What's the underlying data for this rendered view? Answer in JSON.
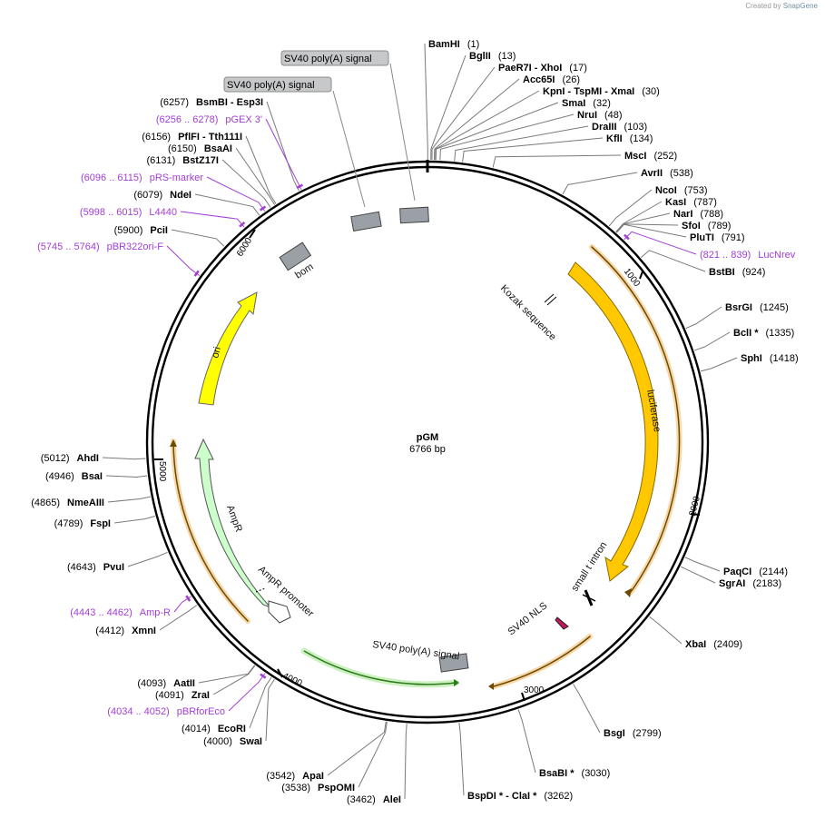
{
  "credit": {
    "prefix": "Created by",
    "brand": "SnapGene"
  },
  "plasmid": {
    "name": "pGM",
    "length_label": "6766 bp",
    "length": 6766
  },
  "ticks": [
    "1000",
    "2000",
    "3000",
    "4000",
    "5000",
    "6000"
  ],
  "enzymes": [
    {
      "name": "BamHI",
      "pos": "(1)"
    },
    {
      "name": "BglII",
      "pos": "(13)"
    },
    {
      "name": "PaeR7I  - XhoI",
      "pos": "(17)"
    },
    {
      "name": "Acc65I",
      "pos": "(26)"
    },
    {
      "name": "KpnI  - TspMI  - XmaI",
      "pos": "(30)"
    },
    {
      "name": "SmaI",
      "pos": "(32)"
    },
    {
      "name": "NruI",
      "pos": "(48)"
    },
    {
      "name": "DraIII",
      "pos": "(103)"
    },
    {
      "name": "KflI",
      "pos": "(134)"
    },
    {
      "name": "MscI",
      "pos": "(252)"
    },
    {
      "name": "AvrII",
      "pos": "(538)"
    },
    {
      "name": "NcoI",
      "pos": "(753)"
    },
    {
      "name": "KasI",
      "pos": "(787)"
    },
    {
      "name": "NarI",
      "pos": "(788)"
    },
    {
      "name": "SfoI",
      "pos": "(789)"
    },
    {
      "name": "PluTI",
      "pos": "(791)"
    },
    {
      "name": "BstBI",
      "pos": "(924)"
    },
    {
      "name": "BsrGI",
      "pos": "(1245)"
    },
    {
      "name": "BclI *",
      "pos": "(1335)"
    },
    {
      "name": "SphI",
      "pos": "(1418)"
    },
    {
      "name": "PaqCI",
      "pos": "(2144)"
    },
    {
      "name": "SgrAI",
      "pos": "(2183)"
    },
    {
      "name": "XbaI",
      "pos": "(2409)"
    },
    {
      "name": "BsgI",
      "pos": "(2799)"
    },
    {
      "name": "BsaBI *",
      "pos": "(3030)"
    },
    {
      "name": "BspDI *  - ClaI *",
      "pos": "(3262)"
    },
    {
      "name": "AleI",
      "pos": "(3462)"
    },
    {
      "name": "PspOMI",
      "pos": "(3538)"
    },
    {
      "name": "ApaI",
      "pos": "(3542)"
    },
    {
      "name": "SwaI",
      "pos": "(4000)"
    },
    {
      "name": "EcoRI",
      "pos": "(4014)"
    },
    {
      "name": "ZraI",
      "pos": "(4091)"
    },
    {
      "name": "AatII",
      "pos": "(4093)"
    },
    {
      "name": "XmnI",
      "pos": "(4412)"
    },
    {
      "name": "PvuI",
      "pos": "(4643)"
    },
    {
      "name": "FspI",
      "pos": "(4789)"
    },
    {
      "name": "NmeAIII",
      "pos": "(4865)"
    },
    {
      "name": "BsaI",
      "pos": "(4946)"
    },
    {
      "name": "AhdI",
      "pos": "(5012)"
    },
    {
      "name": "PciI",
      "pos": "(5900)"
    },
    {
      "name": "NdeI",
      "pos": "(6079)"
    },
    {
      "name": "BstZ17I",
      "pos": "(6131)"
    },
    {
      "name": "BsaAI",
      "pos": "(6150)"
    },
    {
      "name": "PflFI  - Tth111I",
      "pos": "(6156)"
    },
    {
      "name": "BsmBI  - Esp3I",
      "pos": "(6257)"
    }
  ],
  "primers": [
    {
      "range": "(821 .. 839)",
      "name": "LucNrev"
    },
    {
      "range": "(4443 .. 4462)",
      "name": "Amp-R"
    },
    {
      "range": "(4034 .. 4052)",
      "name": "pBRforEco"
    },
    {
      "range": "(5745 .. 5764)",
      "name": "pBR322ori-F"
    },
    {
      "range": "(5998 .. 6015)",
      "name": "L4440"
    },
    {
      "range": "(6096 .. 6115)",
      "name": "pRS-marker"
    },
    {
      "range": "(6256 .. 6278)",
      "name": "pGEX 3'"
    }
  ],
  "features": {
    "luciferase": "luciferase",
    "kozak": "Kozak sequence",
    "small_t_intron": "small t intron",
    "sv40_nls": "SV40 NLS",
    "sv40_polya_bottom": "SV40 poly(A) signal",
    "ampr": "AmpR",
    "ampr_promoter": "AmpR promoter",
    "ori": "ori",
    "bom": "bom"
  },
  "callouts": [
    "SV40 poly(A) signal",
    "SV40 poly(A) signal"
  ],
  "colors": {
    "luciferase": "#ffc800",
    "ori": "#ffff00",
    "ampr": "#ccffcc",
    "primer": "#a23ed5",
    "polya": "#999999",
    "orf_orange": "#f5c88a"
  }
}
